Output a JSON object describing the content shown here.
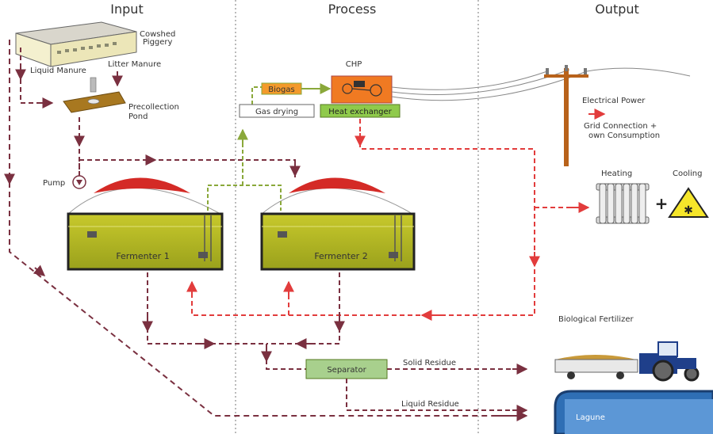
{
  "headers": {
    "input": "Input",
    "process": "Process",
    "output": "Output"
  },
  "input": {
    "cowshed": "Cowshed",
    "piggery": "Piggery",
    "liquid_manure": "Liquid Manure",
    "litter_manure": "Litter Manure",
    "precollection": "Precollection",
    "pond": "Pond",
    "pump": "Pump"
  },
  "process": {
    "chp": "CHP",
    "biogas": "Biogas",
    "gas_drying": "Gas drying",
    "heat_exchanger": "Heat exchanger",
    "fermenter1": "Fermenter 1",
    "fermenter2": "Fermenter 2",
    "separator": "Separator",
    "solid_residue": "Solid Residue",
    "liquid_residue": "Liquid Residue"
  },
  "output": {
    "electrical_power": "Electrical Power",
    "grid_line1": "Grid Connection +",
    "grid_line2": "own Consumption",
    "heating": "Heating",
    "cooling": "Cooling",
    "plus": "+",
    "biological_fertilizer": "Biological Fertilizer",
    "lagune": "Lagune"
  },
  "colors": {
    "manure": "#7a3040",
    "heat": "#e23c3c",
    "gas": "#8aa83a",
    "ferment_fill": "#b5b822",
    "roof": "#d42a26",
    "separator": "#a8d08d",
    "lagune": "#2f6fb5"
  }
}
